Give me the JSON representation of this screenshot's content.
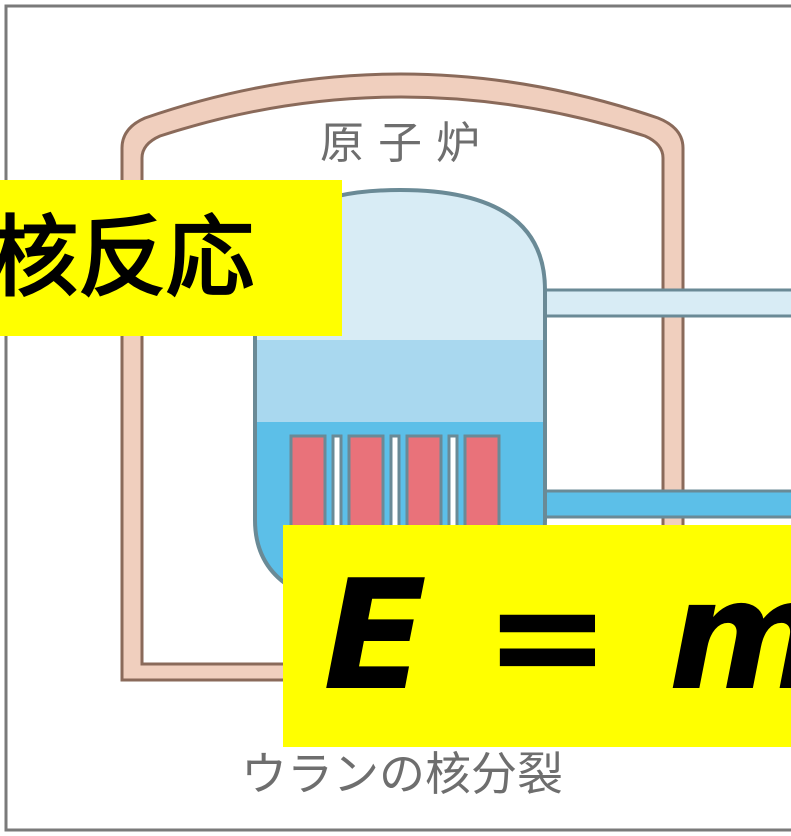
{
  "reactor_label": "原 子 炉",
  "caption": "ウランの核分裂",
  "label_nuclear_reaction": "核反応",
  "label_equation": "E = m",
  "colors": {
    "frame_border": "#7a7a7a",
    "containment_outer": "#8a6a5a",
    "containment_fill": "#f0cfbe",
    "vessel_outline": "#6a8a96",
    "steam_light": "#d8ecf5",
    "water_mid": "#a9d8ef",
    "water_deep": "#5cbfe8",
    "fuel_rod": "#e9727a",
    "highlight": "#ffff00"
  }
}
